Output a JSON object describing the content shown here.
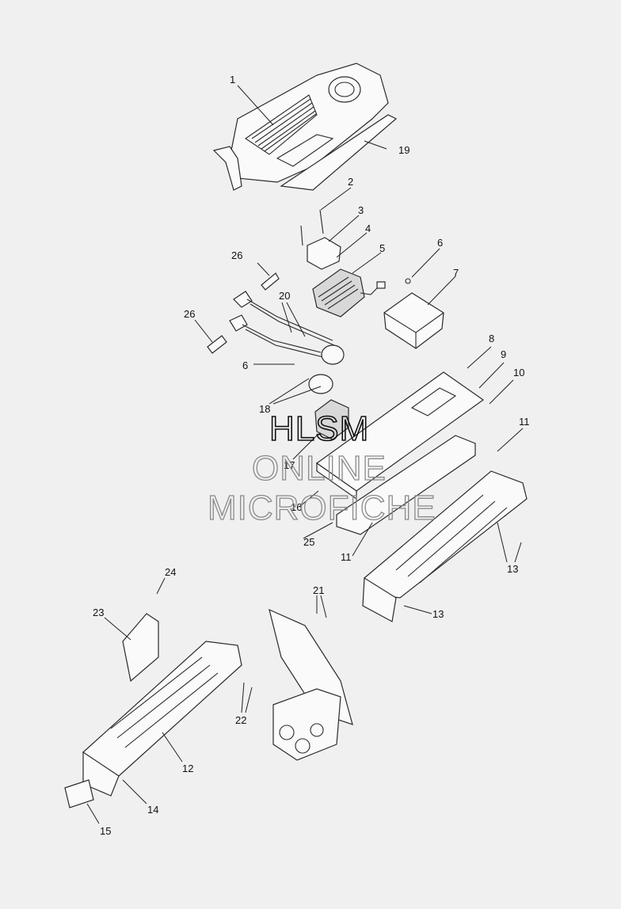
{
  "diagram": {
    "callouts": [
      "1",
      "2",
      "3",
      "4",
      "5",
      "6",
      "7",
      "6",
      "8",
      "9",
      "10",
      "11",
      "11",
      "13",
      "13",
      "14",
      "15",
      "12",
      "16",
      "17",
      "18",
      "19",
      "20",
      "21",
      "22",
      "23",
      "24",
      "25",
      "26",
      "26"
    ],
    "watermark": {
      "line1": "HLSM",
      "line2": "ONLINE",
      "line3": "MICROFICHE"
    }
  }
}
